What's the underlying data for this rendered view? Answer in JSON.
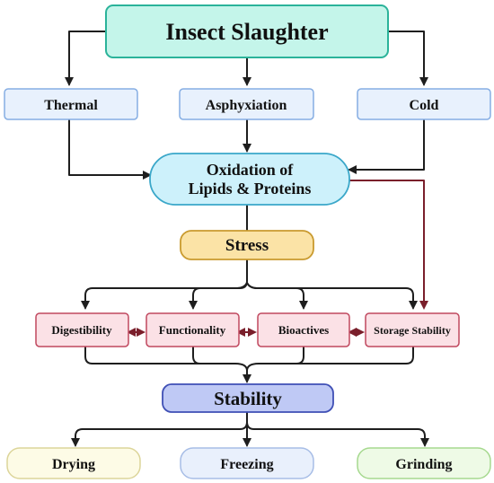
{
  "diagram": {
    "title": "Insect Slaughter",
    "methods": [
      "Thermal",
      "Asphyxiation",
      "Cold"
    ],
    "oxidation": [
      "Oxidation of",
      "Lipids & Proteins"
    ],
    "stress": "Stress",
    "effects": [
      "Digestibility",
      "Functionality",
      "Bioactives",
      "Storage Stability"
    ],
    "stability": "Stability",
    "processes": [
      "Drying",
      "Freezing",
      "Grinding"
    ]
  },
  "colors": {
    "title_fill": "#c4f5ea",
    "title_stroke": "#2bb39a",
    "method_fill": "#e8f1fd",
    "method_stroke": "#86aee3",
    "oxidation_fill": "#cdf1fb",
    "oxidation_stroke": "#3aa7c9",
    "stress_fill": "#fbe3a6",
    "stress_stroke": "#c99a2e",
    "effect_fill": "#fbe1e6",
    "effect_stroke": "#c0485f",
    "stability_fill": "#bfc9f5",
    "stability_stroke": "#3f4fb5",
    "drying_fill": "#fdfbe6",
    "drying_stroke": "#dcd59a",
    "freezing_fill": "#e9f0fc",
    "freezing_stroke": "#a7bde6",
    "grinding_fill": "#eefae6",
    "grinding_stroke": "#a6d98f",
    "line": "#1e1e1e",
    "accent_line": "#7a1f2b"
  }
}
